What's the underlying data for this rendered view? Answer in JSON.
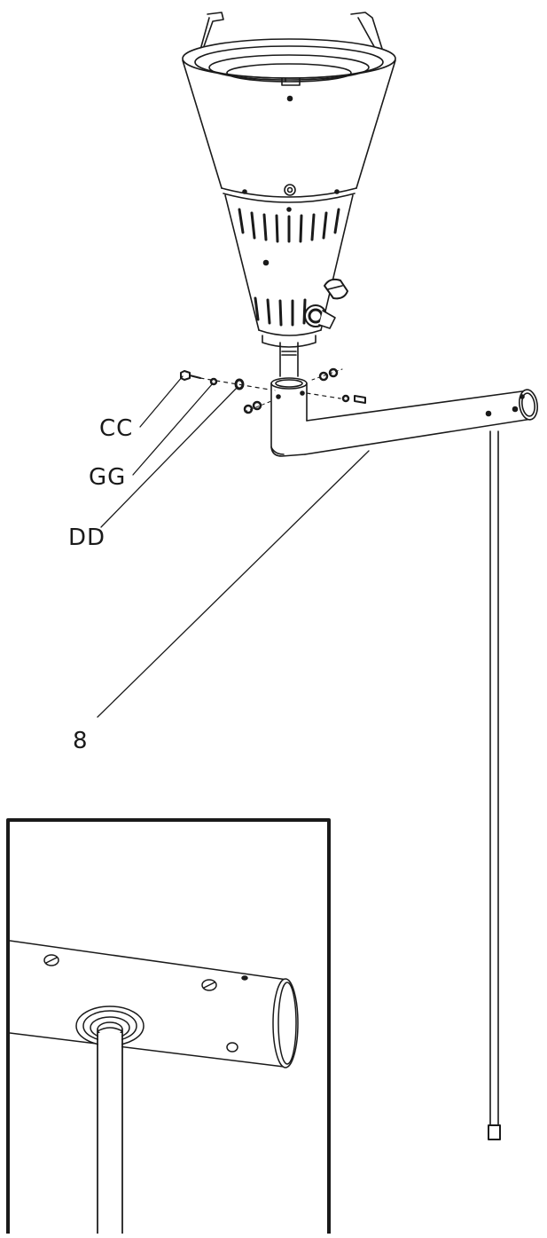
{
  "labels": {
    "cc": "CC",
    "gg": "GG",
    "dd": "DD",
    "eight": "8"
  },
  "colors": {
    "line": "#1a1a1a",
    "fill": "#ffffff",
    "shade": "#e9e9e9"
  }
}
